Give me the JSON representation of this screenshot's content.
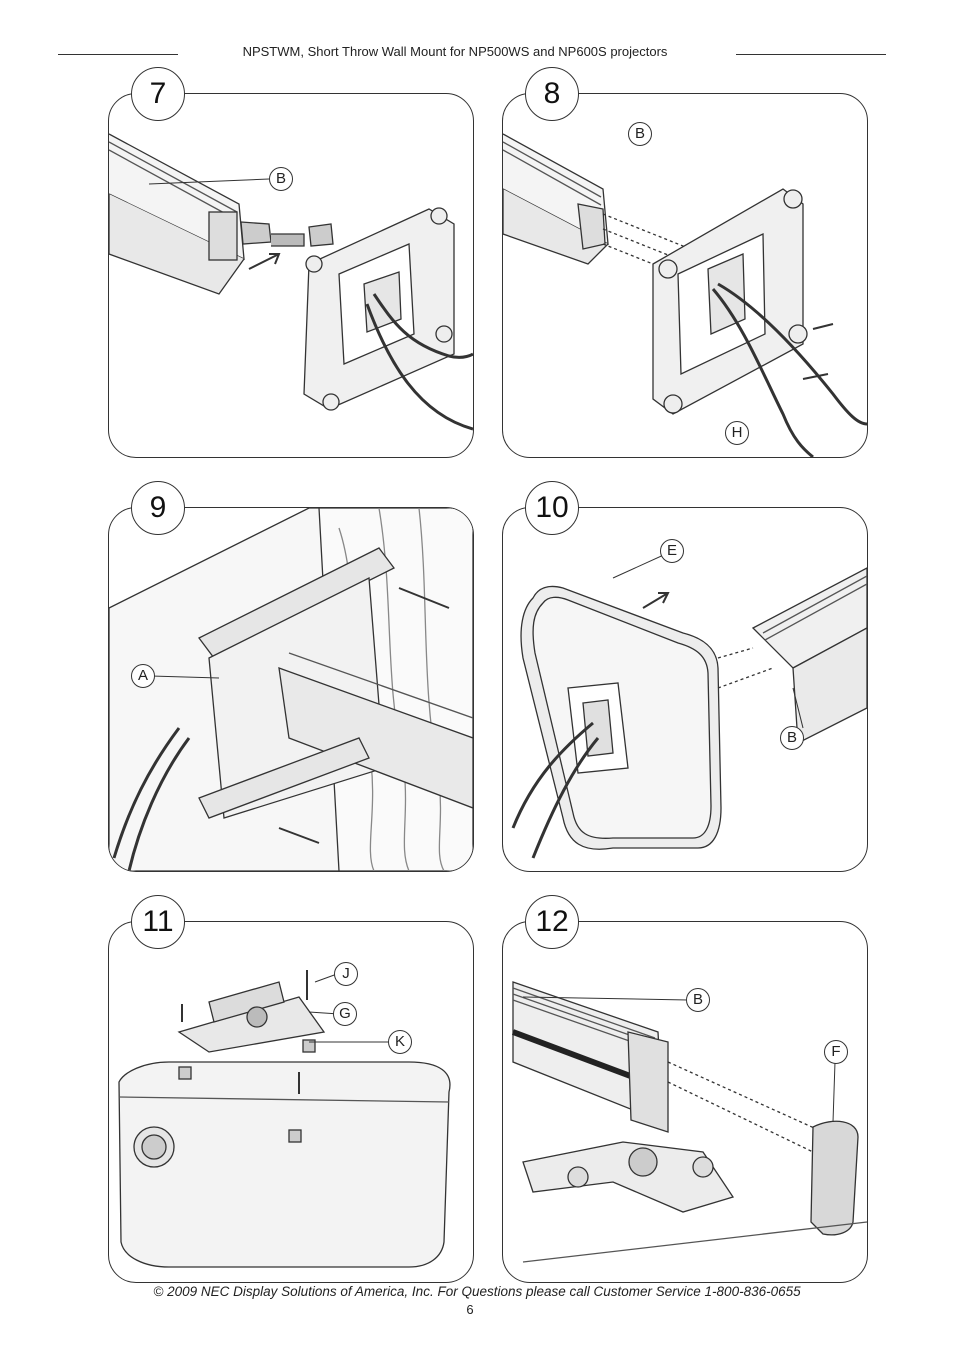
{
  "header": {
    "title": "NPSTWM, Short Throw Wall Mount for NP500WS and NP600S projectors"
  },
  "steps": [
    {
      "number": "7",
      "callouts": [
        "B"
      ]
    },
    {
      "number": "8",
      "callouts": [
        "B",
        "H"
      ]
    },
    {
      "number": "9",
      "callouts": [
        "A"
      ]
    },
    {
      "number": "10",
      "callouts": [
        "E",
        "B"
      ]
    },
    {
      "number": "11",
      "callouts": [
        "J",
        "G",
        "K"
      ]
    },
    {
      "number": "12",
      "callouts": [
        "B",
        "F"
      ]
    }
  ],
  "footer": {
    "copyright": "© 2009 NEC Display Solutions of America, Inc. For Questions please call Customer Service 1-800-836-0655",
    "page_number": "6"
  }
}
